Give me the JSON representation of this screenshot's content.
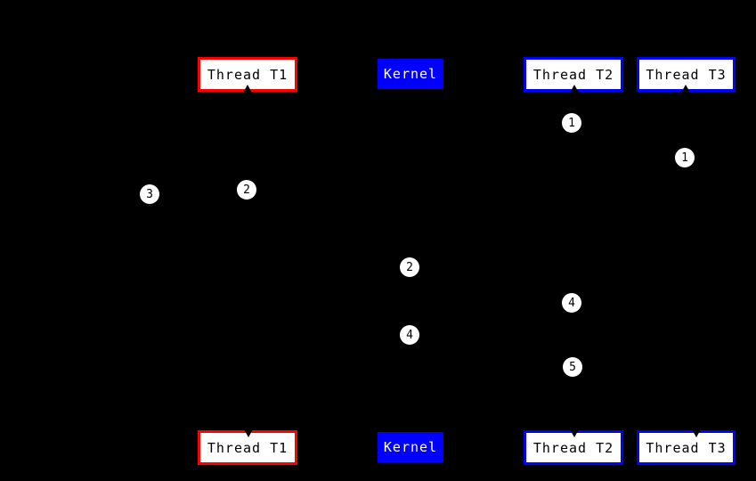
{
  "diagram": {
    "description": "Thread and kernel scheduling diagram: two rows of node boxes with numbered step markers; connecting edges are black on black background",
    "colors": {
      "background": "#000000",
      "thread_t1_border": "#ff0000",
      "thread_t2_t3_border": "#0000ff",
      "kernel_fill": "#0000ff",
      "kernel_text": "#ffffff",
      "thread_fill": "#ffffff",
      "thread_text": "#000000",
      "marker_fill": "#ffffff",
      "marker_text": "#000000"
    },
    "top_row": {
      "thread_t1": "Thread T1",
      "kernel": "Kernel",
      "thread_t2": "Thread T2",
      "thread_t3": "Thread T3"
    },
    "bottom_row": {
      "thread_t1": "Thread T1",
      "kernel": "Kernel",
      "thread_t2": "Thread T2",
      "thread_t3": "Thread T3"
    },
    "step_markers": {
      "m1_under_t2": "1",
      "m1_under_t3": "1",
      "m2_under_t1": "2",
      "m3_left_of_t1": "3",
      "m2_mid_kernel": "2",
      "m4_mid_t2": "4",
      "m4_low_kernel": "4",
      "m5_low_t2": "5"
    }
  }
}
